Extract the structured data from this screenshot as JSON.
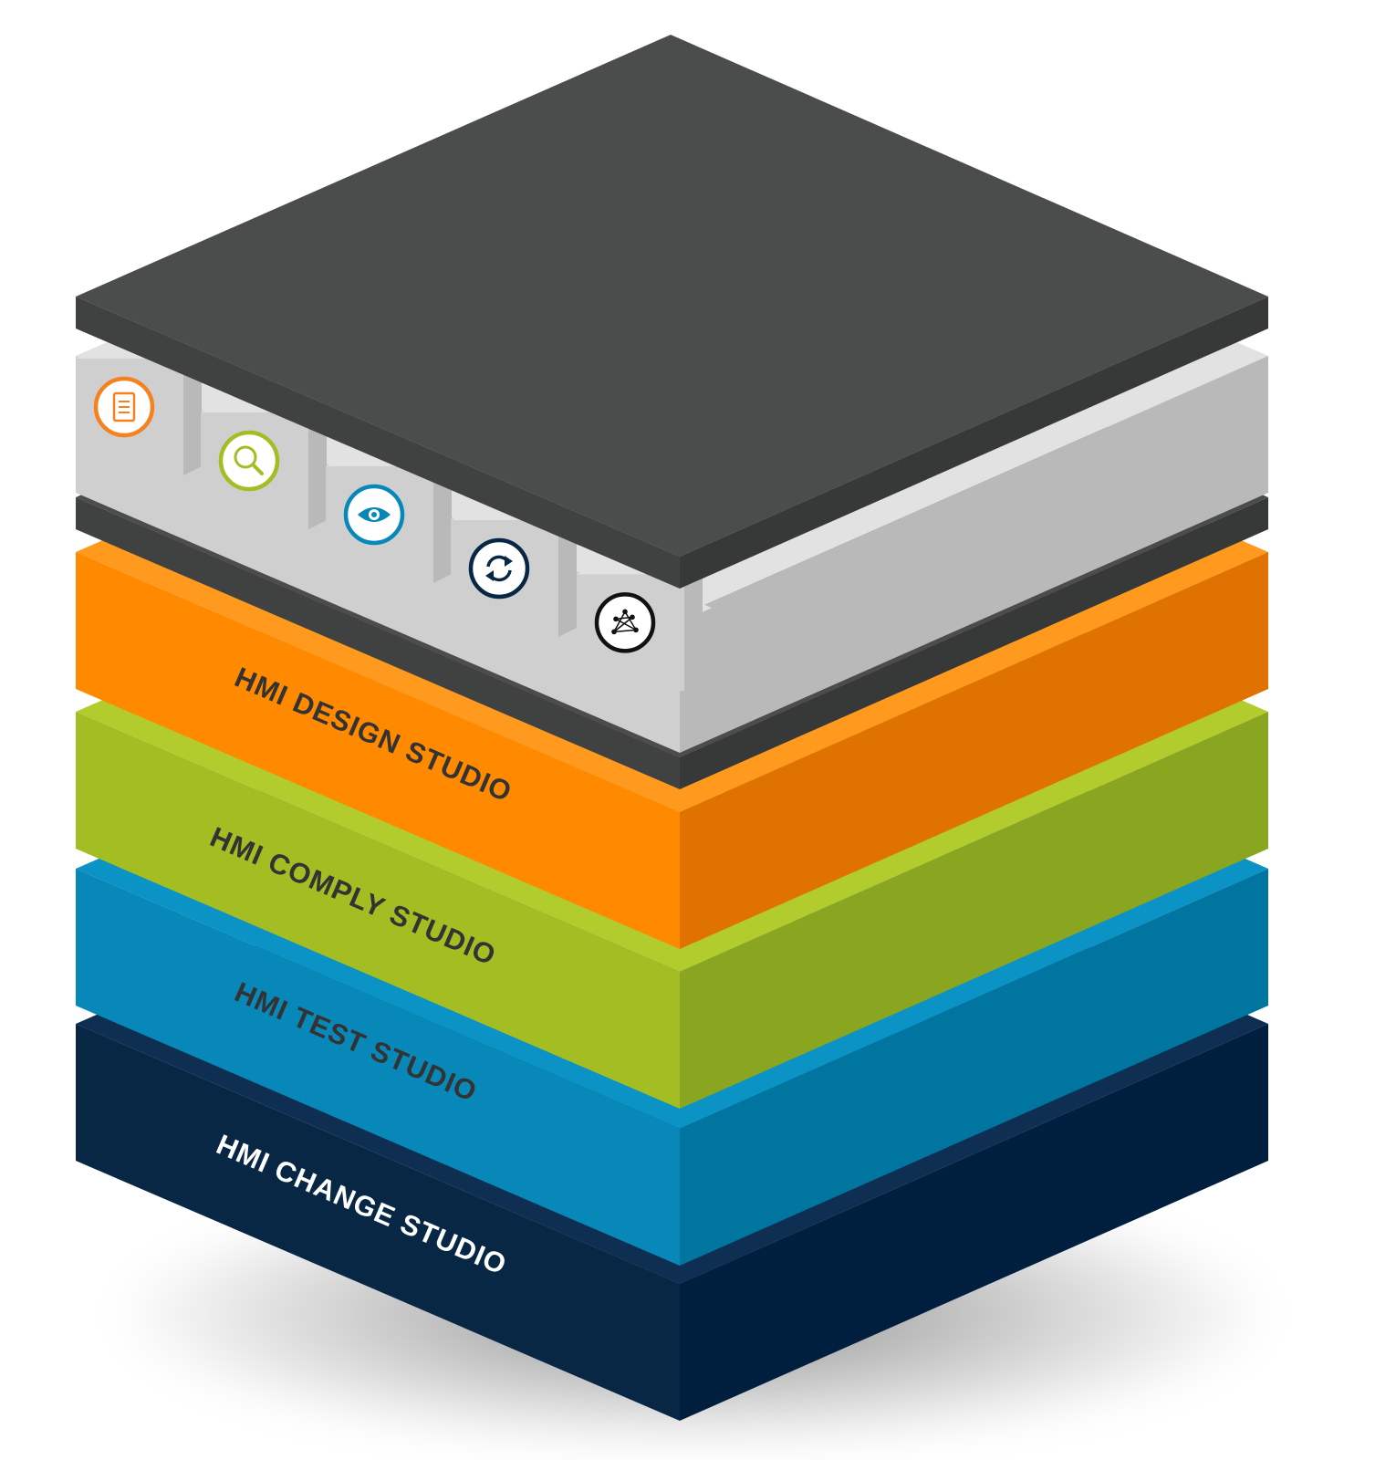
{
  "layers": [
    {
      "id": "change",
      "label": "HMI CHANGE STUDIO",
      "top_color": "#0e2f52",
      "left_color": "#072744",
      "right_color": "#001f3f",
      "text_color": "#ffffff"
    },
    {
      "id": "test",
      "label": "HMI TEST STUDIO",
      "top_color": "#0a93c4",
      "left_color": "#0888b9",
      "right_color": "#0075a0",
      "text_color": "#333333"
    },
    {
      "id": "comply",
      "label": "HMI COMPLY STUDIO",
      "top_color": "#b2cc2e",
      "left_color": "#a3bd22",
      "right_color": "#8aa51f",
      "text_color": "#333333"
    },
    {
      "id": "design",
      "label": "HMI DESIGN STUDIO",
      "top_color": "#ff9a1f",
      "left_color": "#ff8a00",
      "right_color": "#df7200",
      "text_color": "#333333"
    }
  ],
  "top_deck": {
    "top_color": "#4a4d4c",
    "left_color": "#3f4241",
    "right_color": "#363938"
  },
  "modules": {
    "front_color": "#cfcfcf",
    "top_color": "#e2e2e2",
    "side_color": "#b9b9b9",
    "items": [
      {
        "icon": "document-icon",
        "color": "#f5821f"
      },
      {
        "icon": "magnifier-icon",
        "color": "#a3bd22"
      },
      {
        "icon": "eye-icon",
        "color": "#0888b9"
      },
      {
        "icon": "refresh-icon",
        "color": "#072744"
      },
      {
        "icon": "network-icon",
        "color": "#111111"
      }
    ]
  }
}
